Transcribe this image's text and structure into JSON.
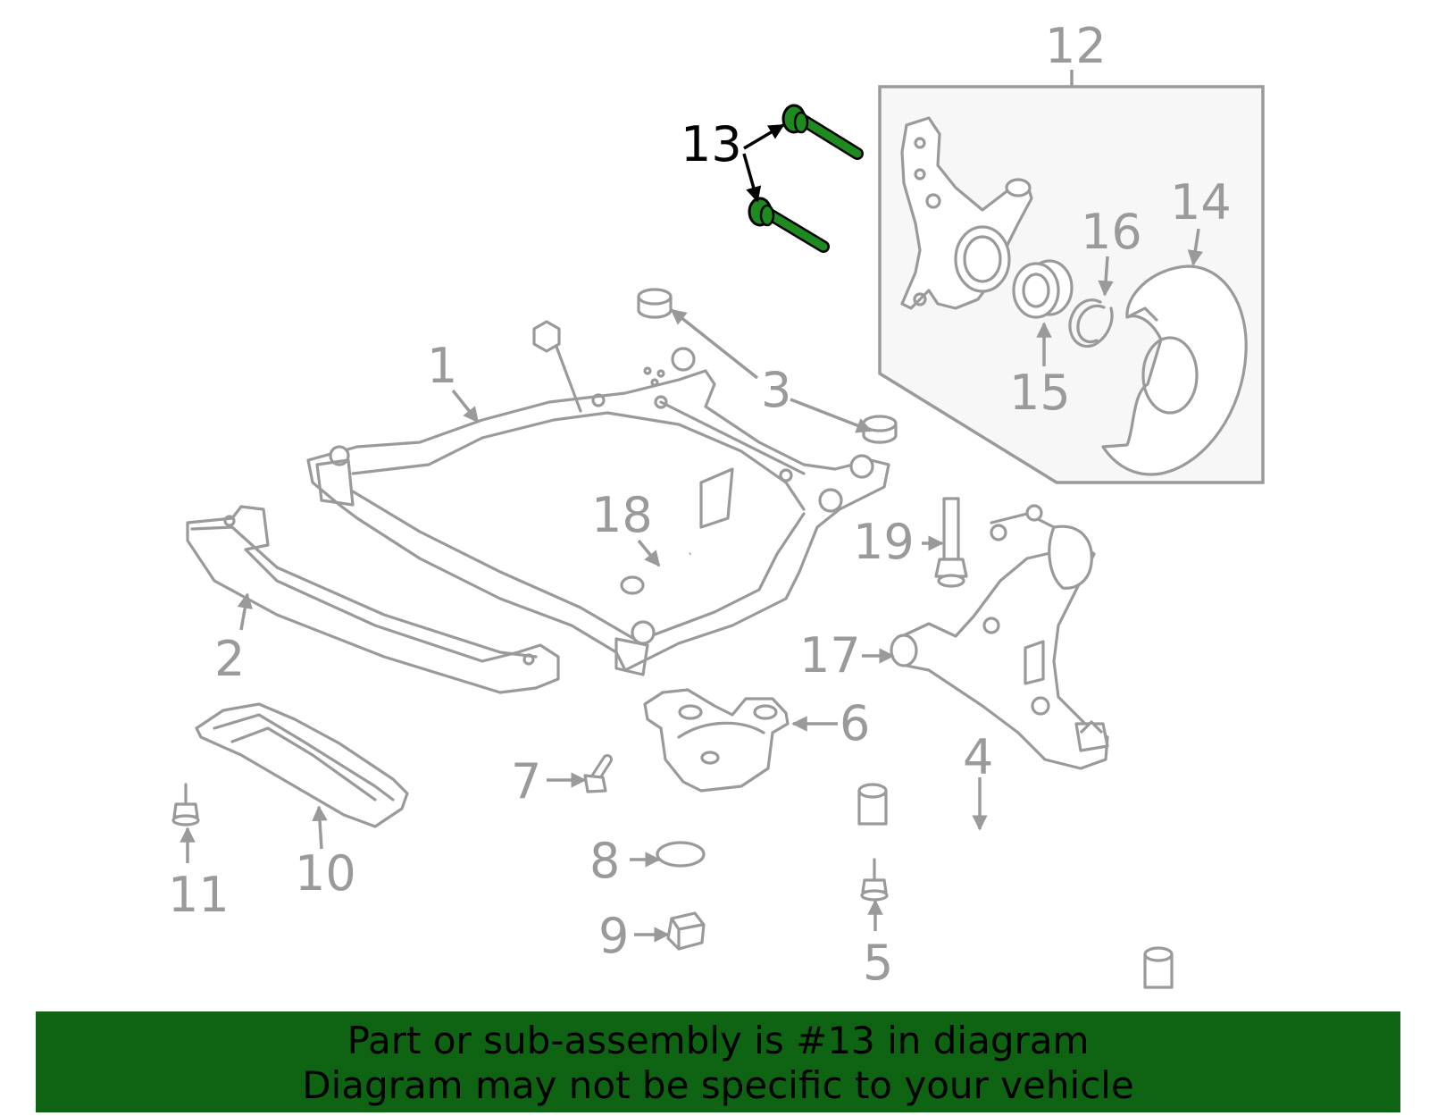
{
  "callouts": {
    "c1": "1",
    "c2": "2",
    "c3": "3",
    "c4": "4",
    "c5": "5",
    "c6": "6",
    "c7": "7",
    "c8": "8",
    "c9": "9",
    "c10": "10",
    "c11": "11",
    "c12": "12",
    "c13": "13",
    "c14": "14",
    "c15": "15",
    "c16": "16",
    "c17": "17",
    "c18": "18",
    "c19": "19"
  },
  "highlighted_part": "13",
  "banner": {
    "line1": "Part or sub-assembly is #13 in diagram",
    "line2": "Diagram may not be specific to your vehicle"
  },
  "colors": {
    "highlight_part": "#1f8a1f",
    "banner_bg": "#0e6412",
    "line_gray": "#9a9a9a",
    "inset_bg": "#f7f7f7"
  }
}
